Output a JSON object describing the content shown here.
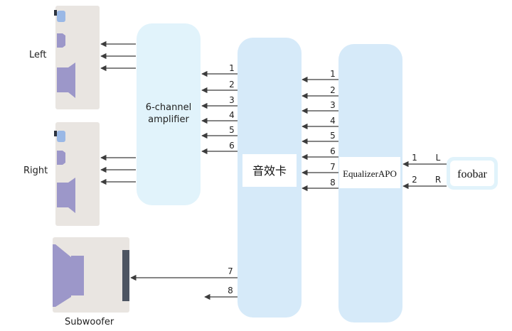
{
  "speakers": {
    "left_label": "Left",
    "right_label": "Right",
    "subwoofer_label": "Subwoofer"
  },
  "amplifier": {
    "line1": "6-channel",
    "line2": "amplifier"
  },
  "sound_card": {
    "label": "音效卡",
    "out_channels": [
      "1",
      "2",
      "3",
      "4",
      "5",
      "6"
    ],
    "sub_channels": [
      "7",
      "8"
    ]
  },
  "equalizer": {
    "label": "EqualizerAPO",
    "out_channels": [
      "1",
      "2",
      "3",
      "4",
      "5",
      "6",
      "7",
      "8"
    ]
  },
  "foobar": {
    "label": "foobar",
    "channels": [
      {
        "num": "1",
        "side": "L"
      },
      {
        "num": "2",
        "side": "R"
      }
    ]
  },
  "colors": {
    "speaker_panel": "#e9e5e1",
    "speaker_cone": "#9c97c9",
    "tweeter": "#9ab8e6",
    "amp_fill": "#e1f3fb",
    "card_fill": "#d6eaf9",
    "sub_bar": "#4d5562",
    "line": "#3c3c3c"
  }
}
